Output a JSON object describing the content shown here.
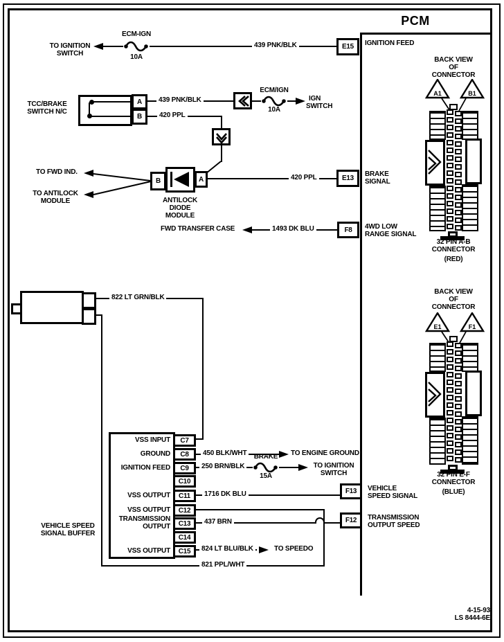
{
  "colors": {
    "ink": "#000000",
    "paper": "#ffffff"
  },
  "pcm": {
    "title": "PCM",
    "e15": "E15",
    "e15_label": "IGNITION FEED",
    "e13": "E13",
    "e13_l1": "BRAKE",
    "e13_l2": "SIGNAL",
    "f8": "F8",
    "f8_l1": "4WD LOW",
    "f8_l2": "RANGE SIGNAL",
    "f13": "F13",
    "f13_l1": "VEHICLE",
    "f13_l2": "SPEED SIGNAL",
    "f12": "F12",
    "f12_l1": "TRANSMISSION",
    "f12_l2": "OUTPUT SPEED"
  },
  "top_circuit": {
    "dest_l1": "TO IGNITION",
    "dest_l2": "SWITCH",
    "fuse": "ECM-IGN",
    "amp": "10A",
    "wire": "439 PNK/BLK"
  },
  "tcc": {
    "name_l1": "TCC/BRAKE",
    "name_l2": "SWITCH N/C",
    "term_a": "A",
    "term_b": "B",
    "wire_a": "439 PNK/BLK",
    "wire_b": "420 PPL",
    "fuse": "ECM/IGN",
    "amp": "10A",
    "dest_l1": "IGN",
    "dest_l2": "SWITCH"
  },
  "diode": {
    "dest1": "TO FWD IND.",
    "dest2_l1": "TO ANTILOCK",
    "dest2_l2": "MODULE",
    "term_b": "B",
    "term_a": "A",
    "name_l1": "ANTILOCK",
    "name_l2": "DIODE",
    "name_l3": "MODULE",
    "wire": "420 PPL"
  },
  "transfer": {
    "dest": "FWD TRANSFER CASE",
    "wire": "1493 DK BLU"
  },
  "conn1": {
    "bv1": "BACK VIEW",
    "bv2": "OF",
    "bv3": "CONNECTOR",
    "t1": "A1",
    "t2": "B1",
    "n1": "32 PIN A-B",
    "n2": "CONNECTOR",
    "n3": "(RED)"
  },
  "conn2": {
    "bv1": "BACK VIEW",
    "bv2": "OF",
    "bv3": "CONNECTOR",
    "t1": "E1",
    "t2": "F1",
    "n1": "32 PIN E-F",
    "n2": "CONNECTOR",
    "n3": "(BLUE)"
  },
  "vss_sensor": {
    "wire": "822 LT GRN/BLK"
  },
  "buffer": {
    "name_l1": "VEHICLE SPEED",
    "name_l2": "SIGNAL BUFFER",
    "rows": [
      {
        "label": "VSS INPUT",
        "pin": "C7"
      },
      {
        "label": "GROUND",
        "pin": "C8"
      },
      {
        "label": "IGNITION FEED",
        "pin": "C9"
      },
      {
        "label": "",
        "pin": "C10"
      },
      {
        "label": "VSS OUTPUT",
        "pin": "C11"
      },
      {
        "label": "VSS OUTPUT",
        "pin": "C12"
      },
      {
        "label": "TRANSMISSION OUTPUT",
        "pin": "C13"
      },
      {
        "label": "",
        "pin": "C14"
      },
      {
        "label": "VSS OUTPUT",
        "pin": "C15"
      }
    ],
    "c8_wire": "450 BLK/WHT",
    "c8_dest": "TO ENGINE GROUND",
    "c9_wire": "250 BRN/BLK",
    "c9_fuse": "BRAKE",
    "c9_amp": "15A",
    "c9_dest_l1": "TO IGNITION",
    "c9_dest_l2": "SWITCH",
    "c11_wire": "1716 DK BLU",
    "c13_wire": "437 BRN",
    "c15_wire": "824 LT BLU/BLK",
    "c15_dest": "TO SPEEDO",
    "wire_821": "821 PPL/WHT"
  },
  "footer": {
    "date": "4-15-93",
    "code": "LS 8444-6E"
  }
}
